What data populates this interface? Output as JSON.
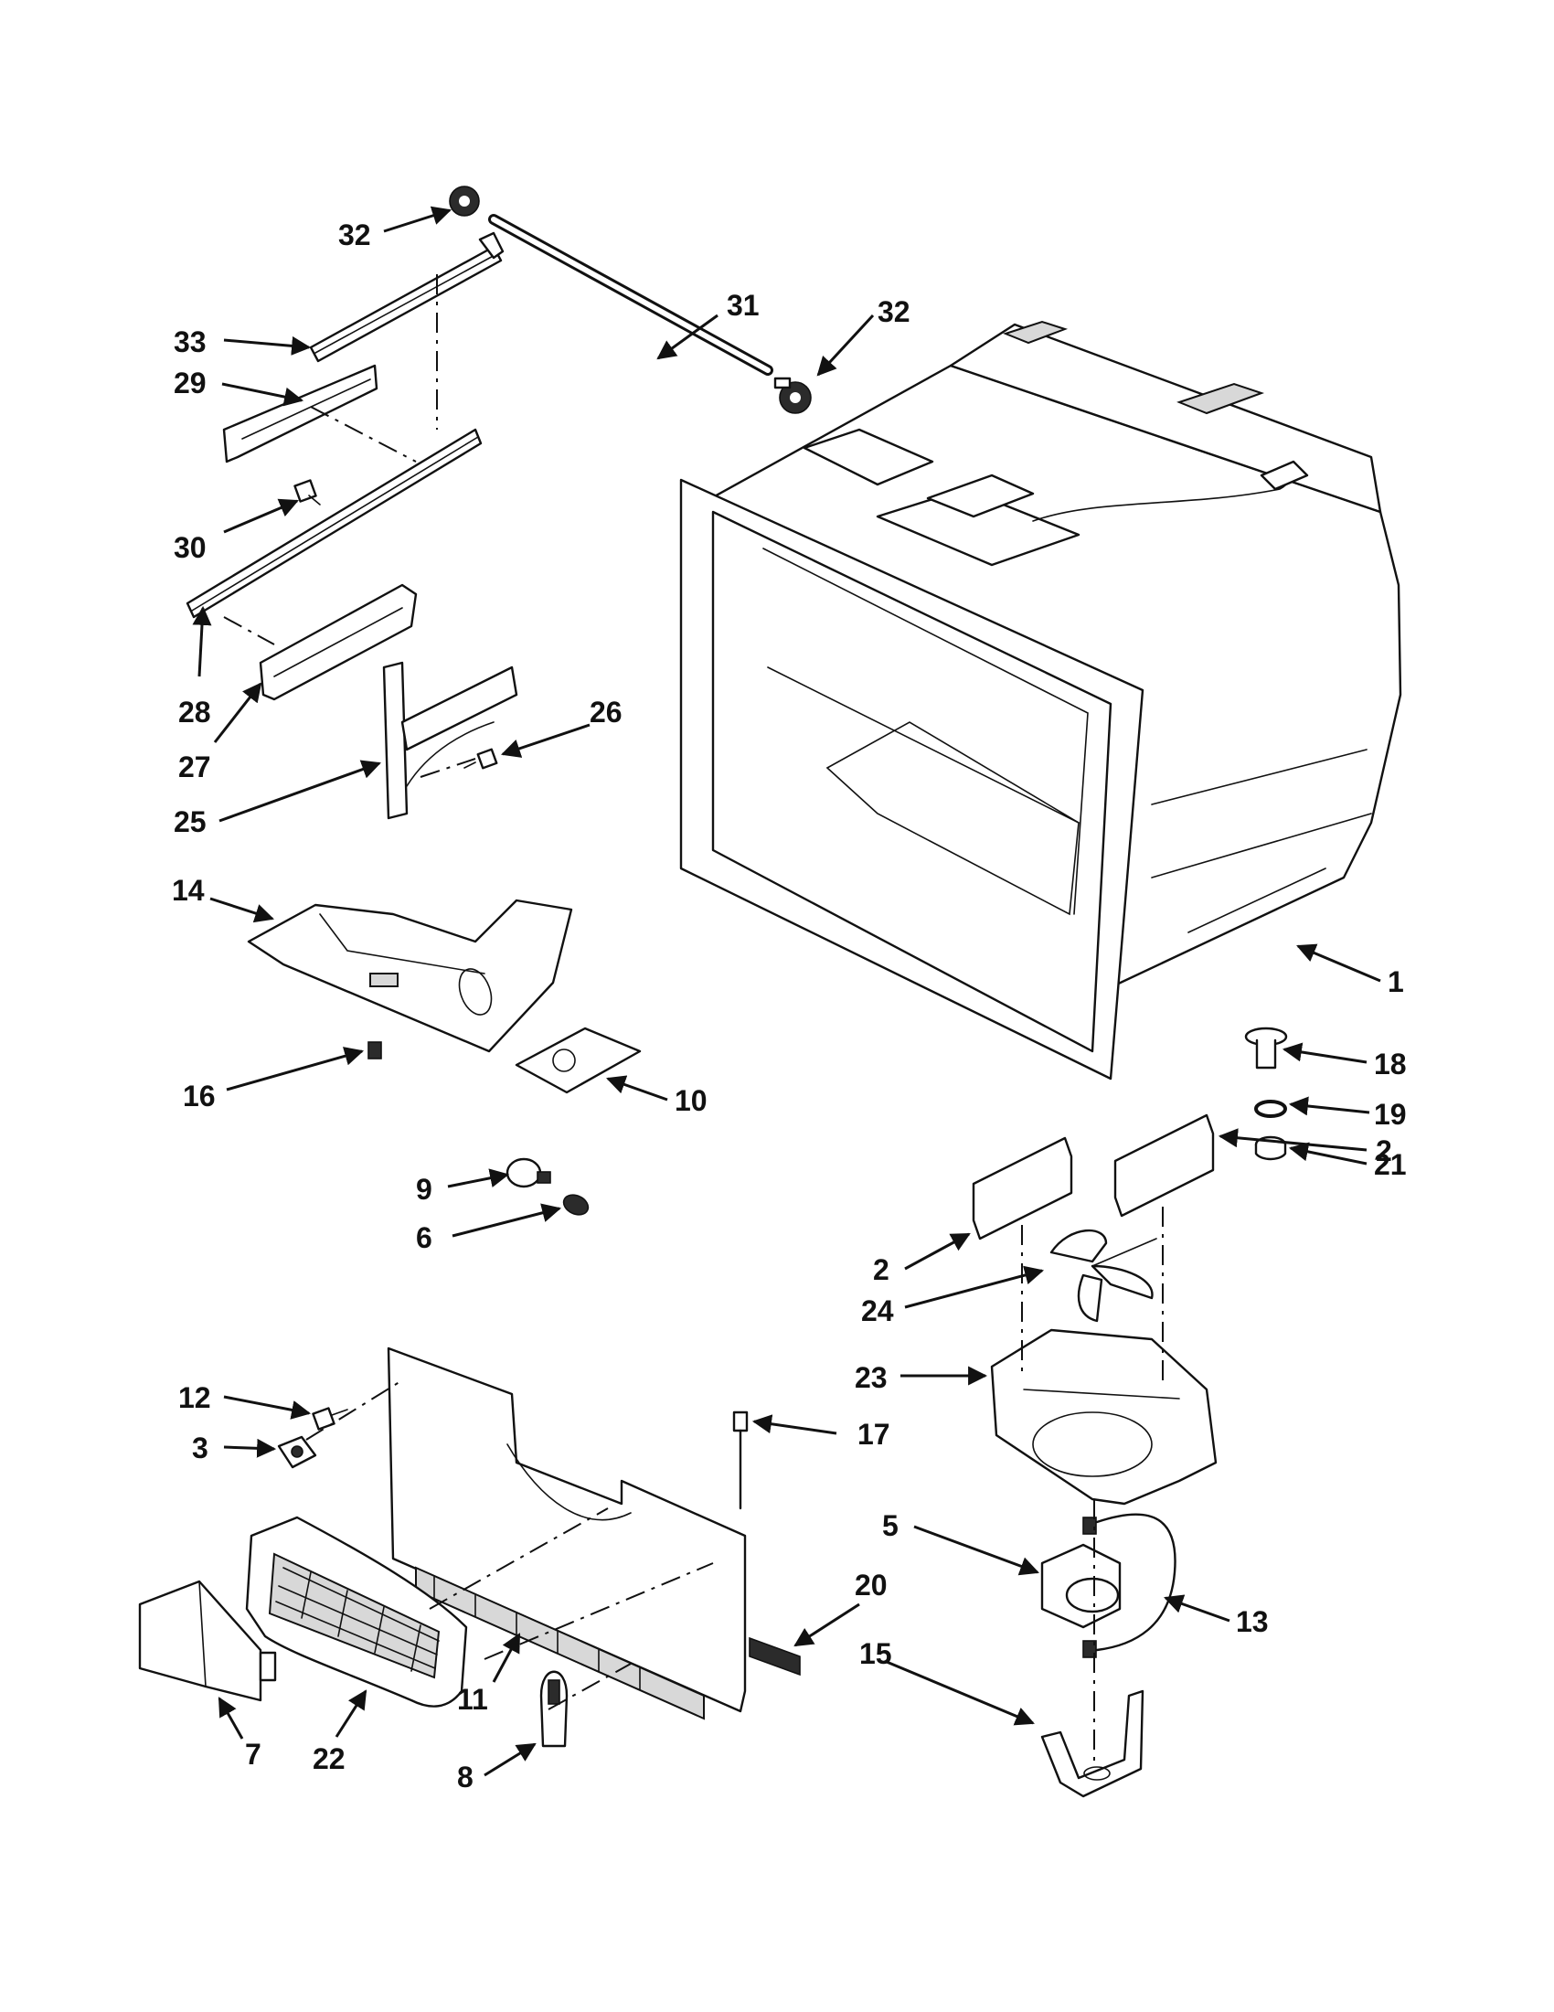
{
  "diagram": {
    "background": "#ffffff",
    "ink": "#111111",
    "callouts": [
      "1",
      "2",
      "2",
      "3",
      "5",
      "6",
      "7",
      "8",
      "9",
      "10",
      "11",
      "12",
      "13",
      "14",
      "15",
      "16",
      "17",
      "18",
      "19",
      "20",
      "21",
      "22",
      "23",
      "24",
      "25",
      "26",
      "27",
      "28",
      "29",
      "30",
      "31",
      "32",
      "32",
      "33"
    ]
  }
}
